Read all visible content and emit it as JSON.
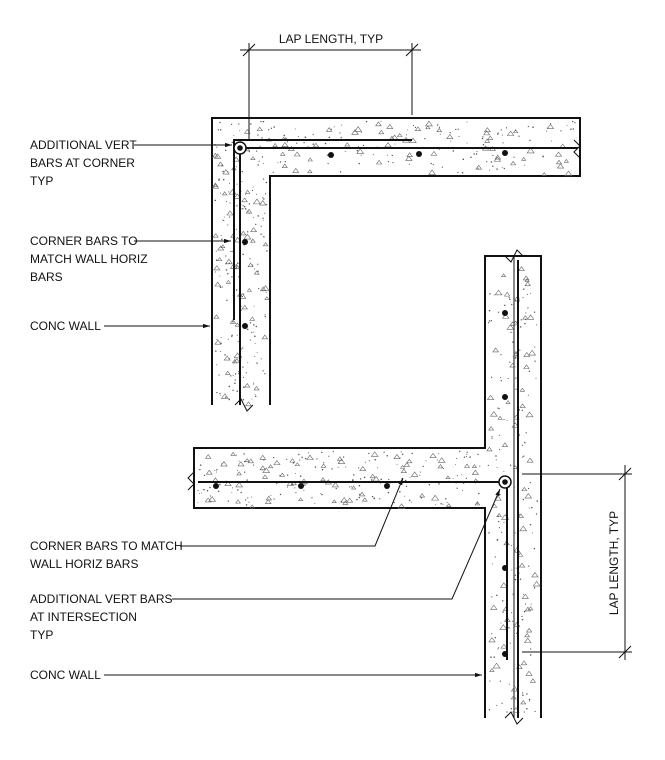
{
  "top_detail": {
    "dimension": "LAP LENGTH, TYP",
    "note_vert_bars": [
      "ADDITIONAL VERT",
      "BARS AT CORNER",
      "TYP"
    ],
    "note_corner_bars": [
      "CORNER BARS TO",
      "MATCH WALL HORIZ",
      "BARS"
    ],
    "note_wall": "CONC WALL"
  },
  "bottom_detail": {
    "dimension": "LAP LENGTH, TYP",
    "note_corner_bars": [
      "CORNER BARS TO MATCH",
      "WALL HORIZ  BARS"
    ],
    "note_vert_bars": [
      "ADDITIONAL VERT BARS",
      "AT INTERSECTION",
      "TYP"
    ],
    "note_wall": "CONC WALL"
  }
}
